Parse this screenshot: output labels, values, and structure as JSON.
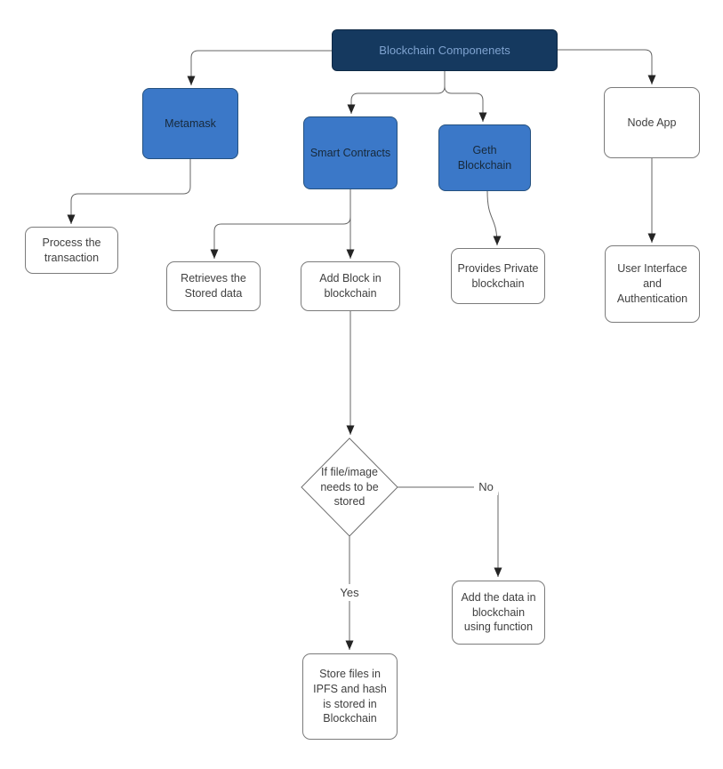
{
  "diagram": {
    "title": "Blockchain Componenets",
    "colors": {
      "root_fill": "#15395f",
      "root_border": "#0e2844",
      "root_text": "#7fa3d0",
      "component_fill": "#3b78c8",
      "component_border": "#25517f",
      "component_text": "#17293a",
      "box_border": "#7b7b7b",
      "box_text": "#404040",
      "line": "#656565",
      "arrow": "#242424"
    },
    "nodes": {
      "root": {
        "label": "Blockchain Componenets"
      },
      "metamask": {
        "label": "Metamask"
      },
      "smart_contracts": {
        "label": "Smart Contracts"
      },
      "geth_blockchain": {
        "label": "Geth Blockchain"
      },
      "node_app": {
        "label": "Node App"
      },
      "process_transaction": {
        "label": "Process the transaction"
      },
      "retrieves_stored_data": {
        "label": "Retrieves the Stored data"
      },
      "add_block": {
        "label": "Add Block in blockchain"
      },
      "provides_private": {
        "label": "Provides Private blockchain"
      },
      "user_interface": {
        "label": "User Interface and Authentication"
      },
      "decision": {
        "label": "If file/image needs to be stored"
      },
      "add_data_function": {
        "label": "Add the data in blockchain using function"
      },
      "store_files_ipfs": {
        "label": "Store files in IPFS and hash is stored in Blockchain"
      }
    },
    "edge_labels": {
      "yes": "Yes",
      "no": "No"
    }
  }
}
